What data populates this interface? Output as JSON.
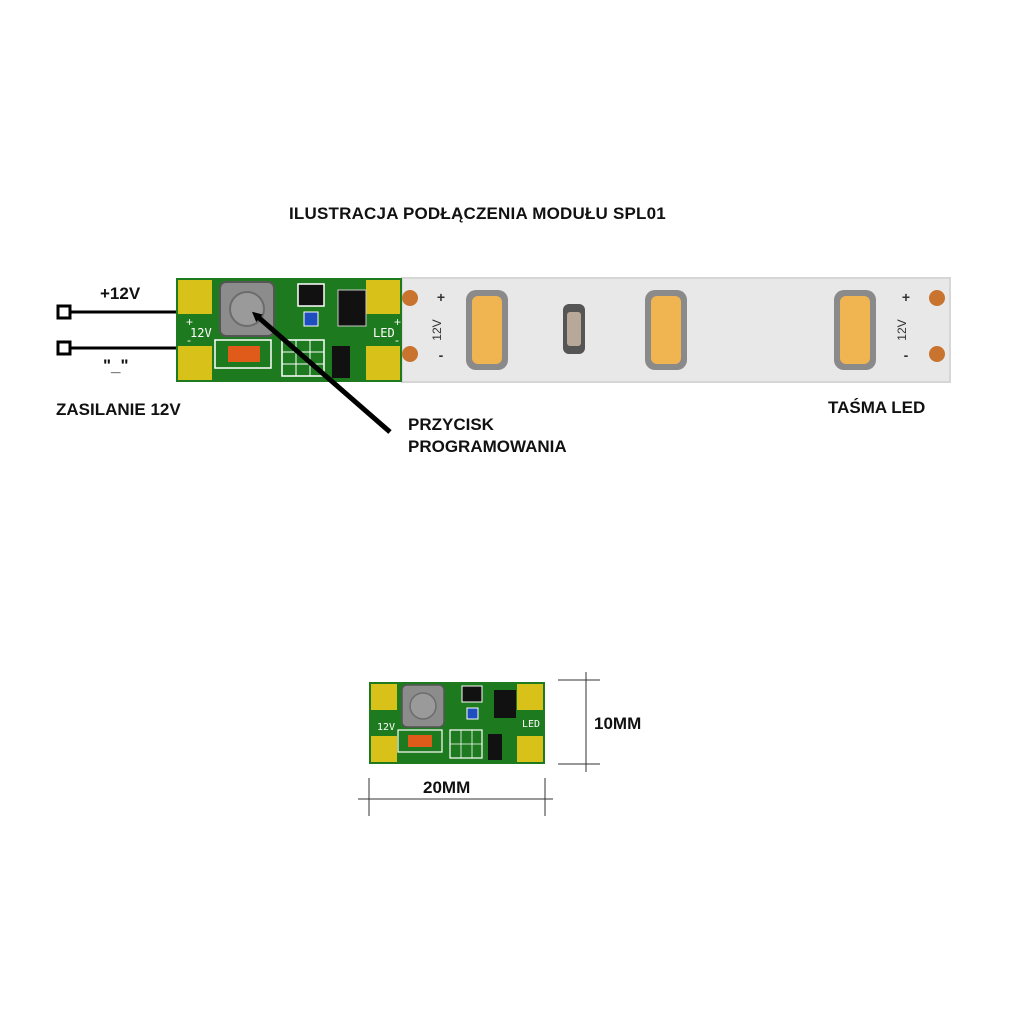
{
  "title": "ILUSTRACJA PODŁĄCZENIA MODUŁU SPL01",
  "labels": {
    "plus_12v": "+12V",
    "minus": "\"_\"",
    "power_supply": "ZASILANIE 12V",
    "button_line1": "PRZYCISK",
    "button_line2": "PROGRAMOWANIA",
    "led_strip": "TAŚMA LED"
  },
  "pcb": {
    "pad_left_plus": "+",
    "pad_left_minus": "-",
    "input_label": "12V",
    "output_label": "LED",
    "output_plus": "+",
    "output_minus": "-"
  },
  "strip": {
    "marker_plus": "+",
    "marker_minus": "-",
    "marker_voltage": "12V"
  },
  "dimensions": {
    "height": "10MM",
    "width": "20MM"
  },
  "colors": {
    "pcb_green": "#1e7a1e",
    "pad_yellow": "#d8c21a",
    "strip_white": "#e9e9e9",
    "led_amber": "#f0b550",
    "copper": "#c8742f"
  }
}
